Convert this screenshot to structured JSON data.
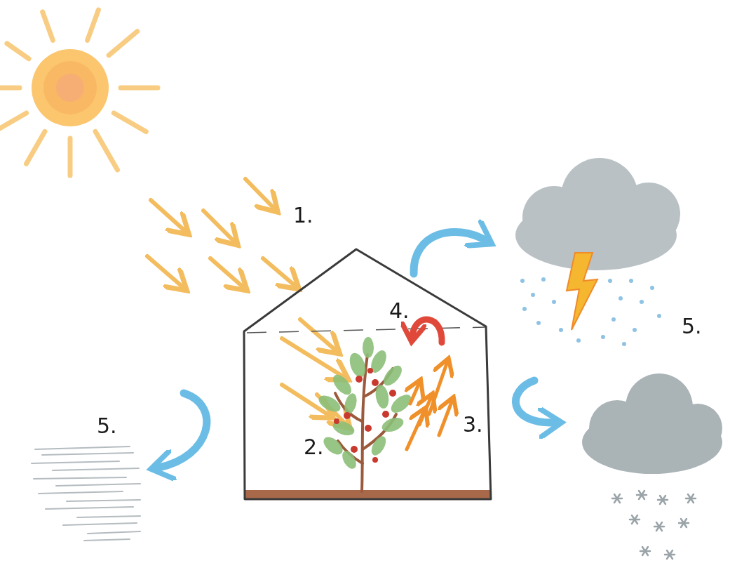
{
  "diagram": {
    "labels": [
      "1.",
      "4.",
      "5.",
      "5.",
      "3.",
      "2."
    ]
  }
}
